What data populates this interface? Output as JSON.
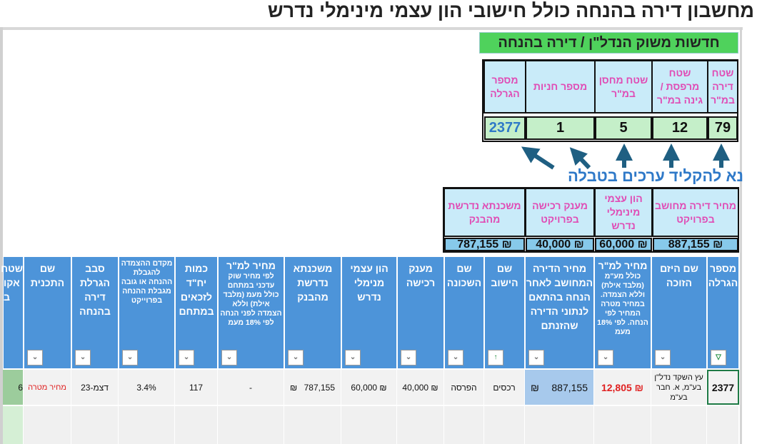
{
  "title": "מחשבון דירה בהנחה כולל חישובי הון עצמי מינימלי נדרש",
  "banner": "חדשות משוק הנדל\"ן / דירה בהנחה",
  "inputs": {
    "headers": [
      "שטח דירה במ\"ר",
      "שטח מרפסת / גינה במ\"ר",
      "שטח מחסן במ\"ר",
      "מספר חניות",
      "מספר הגרלה"
    ],
    "values": [
      "79",
      "12",
      "5",
      "1",
      "2377"
    ]
  },
  "hint": "נא להקליד ערכים בטבלה",
  "summary": {
    "headers": [
      "מחיר דירה מחושב בפרויקט",
      "הון עצמי מינימלי נדרש",
      "מענק רכישה בפרויקט",
      "משכנתא נדרשת מהבנק"
    ],
    "values": [
      "₪ 887,155",
      "₪ 60,000",
      "₪ 40,000",
      "₪ 787,155"
    ]
  },
  "colors": {
    "header_blue": "#4d94d9",
    "input_header": "#c9ebf9",
    "input_value": "#c5efc9",
    "accent_pink": "#e04cb5",
    "banner_green": "#4fd25c",
    "arrow": "#1f5f82",
    "red": "#e02020"
  },
  "table": {
    "columns": [
      {
        "title": "מספר הגרלה",
        "sub": "",
        "filter": "filter-active"
      },
      {
        "title": "שם היזם הזוכה",
        "sub": "",
        "filter": "chevron"
      },
      {
        "title": "מחיר למ\"ר",
        "sub": "כולל מע\"מ (מלבד אילת) וללא הצמדה. במחיר מטרה המחיר לפי הנחה. לפי 18% מעמ",
        "filter": "chevron"
      },
      {
        "title": "מחיר הדירה המחושב לאחר הנחה בהתאם לנתוני הדירה שהזנתם",
        "sub": "",
        "filter": "chevron"
      },
      {
        "title": "שם הישוב",
        "sub": "",
        "filter": "sort-asc"
      },
      {
        "title": "שם השכונה",
        "sub": "",
        "filter": "chevron"
      },
      {
        "title": "מענק רכישה",
        "sub": "",
        "filter": "chevron"
      },
      {
        "title": "הון עצמי מנימלי נדרש",
        "sub": "",
        "filter": "chevron"
      },
      {
        "title": "משכנתא נדרשת מהבנק",
        "sub": "",
        "filter": "chevron"
      },
      {
        "title": "מחיר למ\"ר",
        "sub": "לפי מחיר שוק עדכני במתחם כולל מעמ (מלבד אילת) וללא הצמדה לפני הנחה לפי 18% מעמ",
        "filter": "chevron"
      },
      {
        "title": "כמות יח\"ד לזכאים במתחם",
        "sub": "",
        "filter": "chevron"
      },
      {
        "title": "",
        "sub": "מקדם ההצמדה להגבלת ההנחה או גובה מגבלת ההנחה בפרוייקט",
        "filter": "chevron"
      },
      {
        "title": "סבב הגרלת דירה בהנחה",
        "sub": "",
        "filter": "chevron"
      },
      {
        "title": "שם התכנית",
        "sub": "",
        "filter": "chevron"
      },
      {
        "title": "שטח אקו ב",
        "sub": "",
        "filter": ""
      }
    ],
    "rows": [
      [
        "2377",
        "עץ השקד נדל\"ן בע\"מ, א. חבר בע\"מ",
        "₪ 12,805",
        "887,155",
        "רכסים",
        "הפרסה",
        "₪ 40,000",
        "₪ 60,000",
        "787,155",
        "-",
        "117",
        "3.4%",
        "דצמ-23",
        "מחיר מטרה",
        "6"
      ]
    ],
    "currency": "₪"
  }
}
